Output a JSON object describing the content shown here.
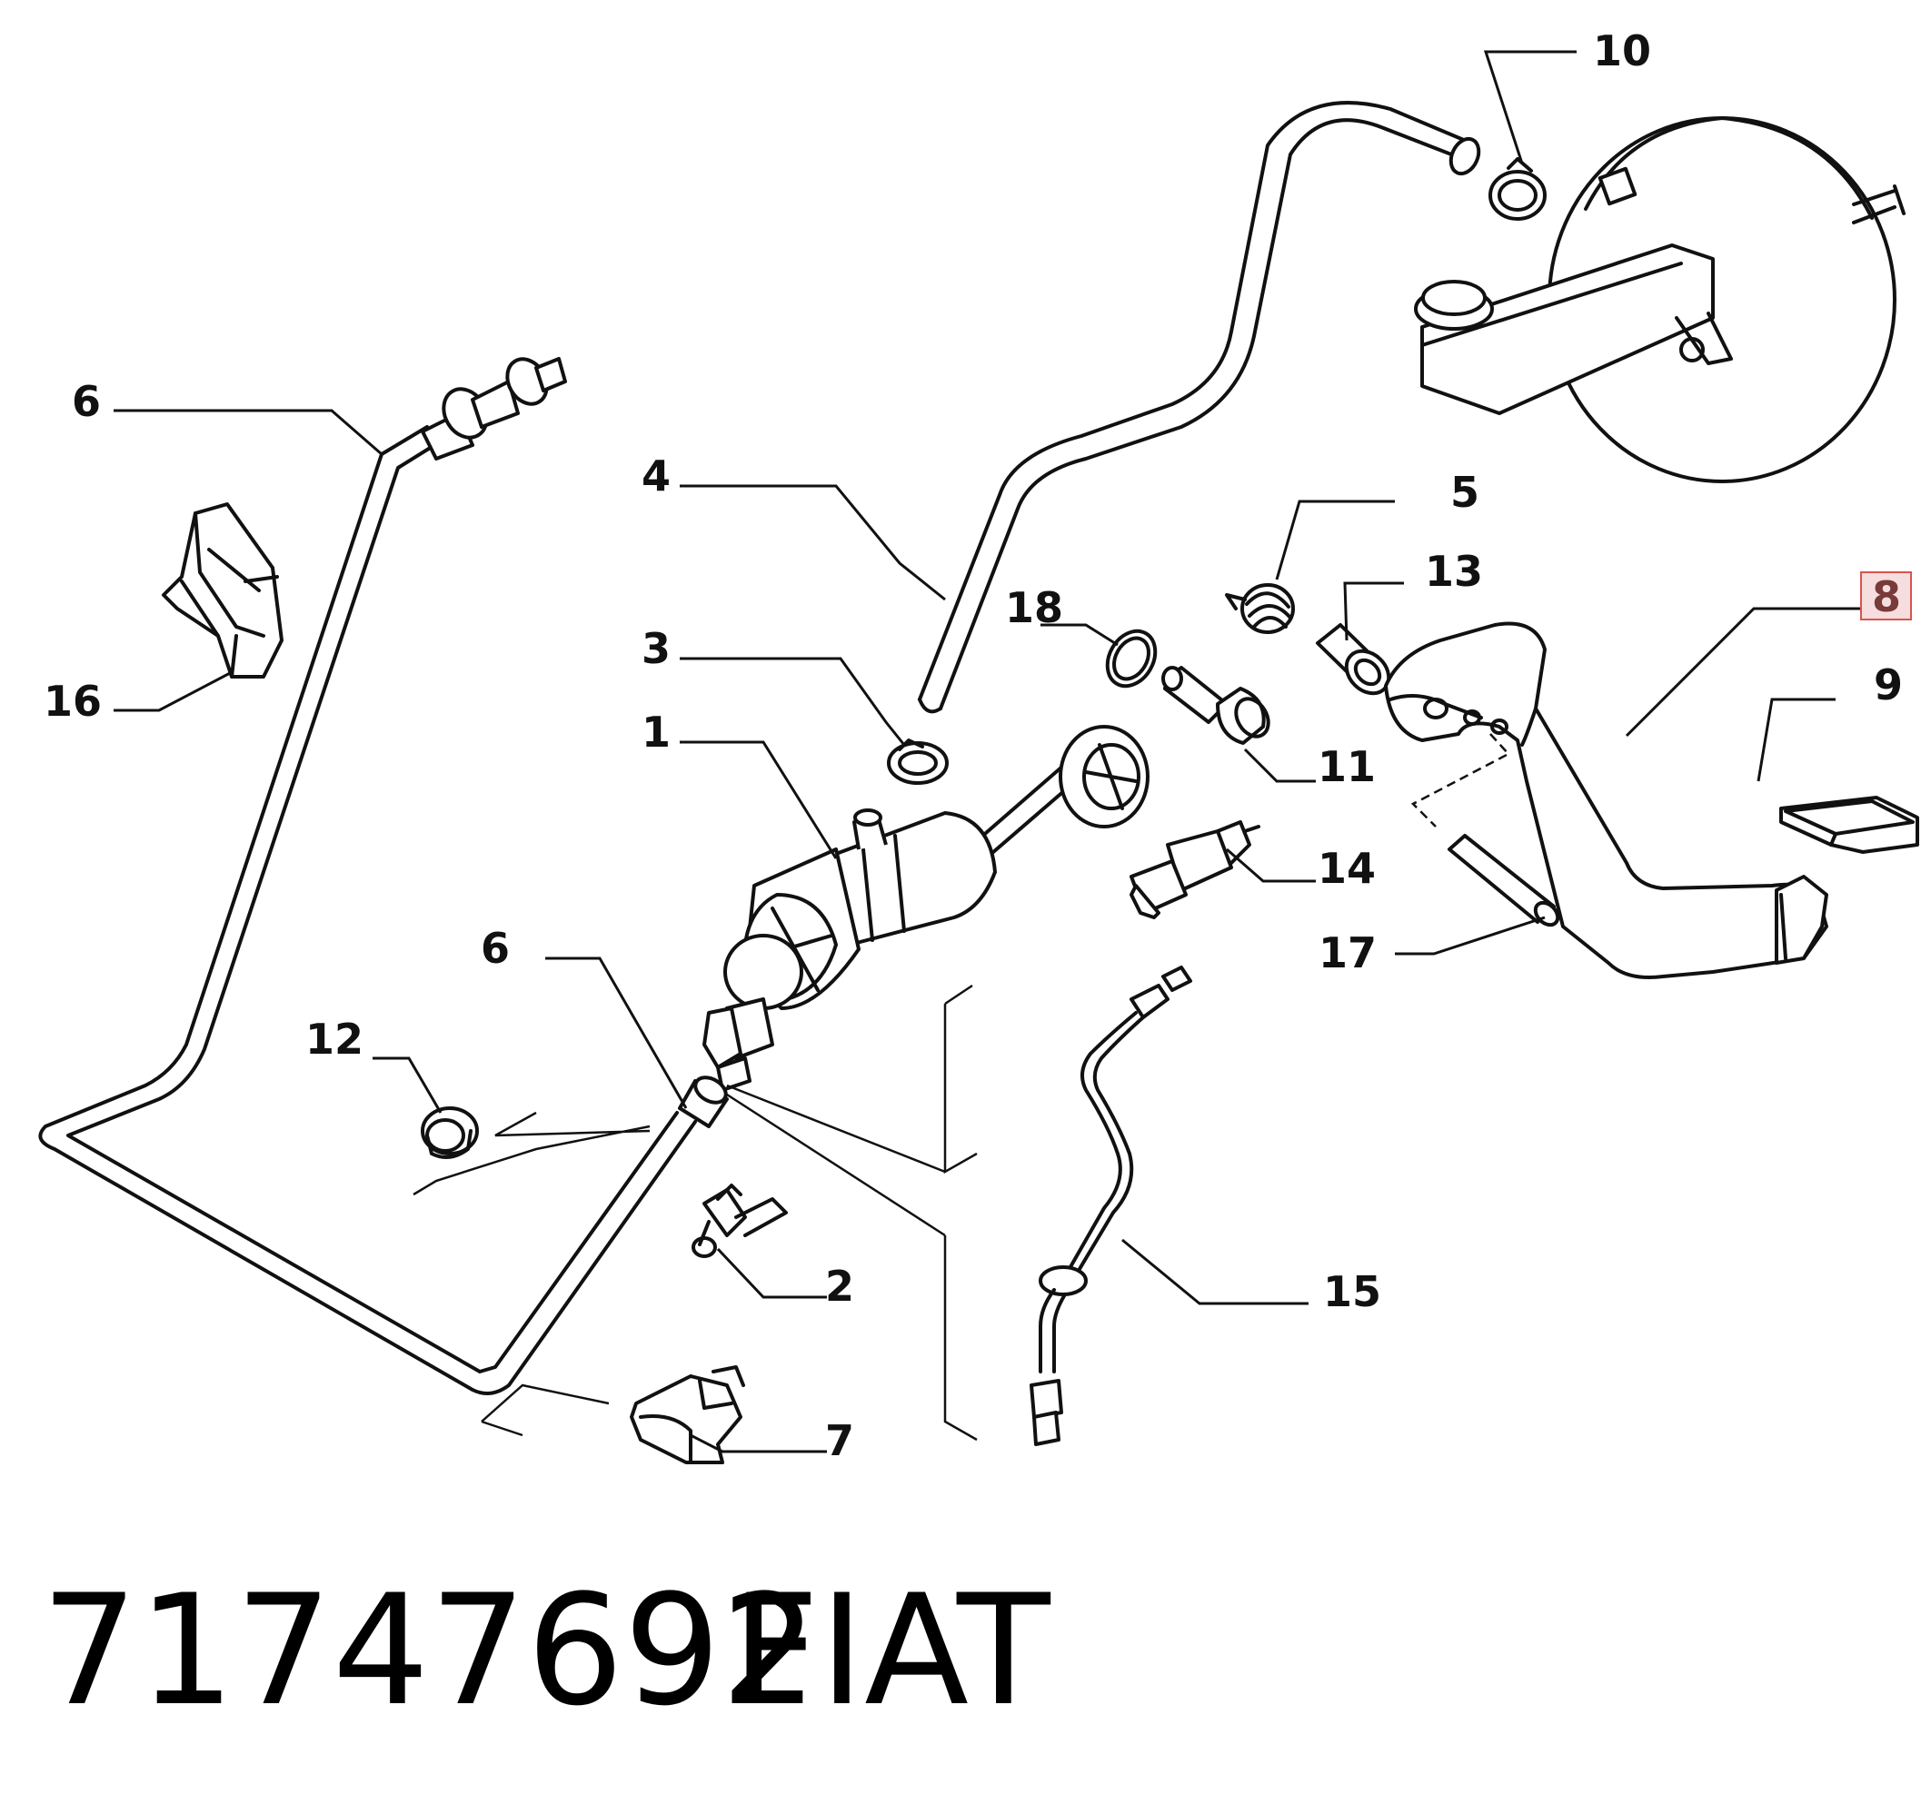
{
  "callouts": [
    {
      "id": "c1",
      "label": "1"
    },
    {
      "id": "c2",
      "label": "2"
    },
    {
      "id": "c3",
      "label": "3"
    },
    {
      "id": "c4",
      "label": "4"
    },
    {
      "id": "c5",
      "label": "5"
    },
    {
      "id": "c6a",
      "label": "6"
    },
    {
      "id": "c6b",
      "label": "6"
    },
    {
      "id": "c7",
      "label": "7"
    },
    {
      "id": "c8",
      "label": "8",
      "highlighted": true
    },
    {
      "id": "c9",
      "label": "9"
    },
    {
      "id": "c10",
      "label": "10"
    },
    {
      "id": "c11",
      "label": "11"
    },
    {
      "id": "c12",
      "label": "12"
    },
    {
      "id": "c13",
      "label": "13"
    },
    {
      "id": "c14",
      "label": "14"
    },
    {
      "id": "c15",
      "label": "15"
    },
    {
      "id": "c16",
      "label": "16"
    },
    {
      "id": "c17",
      "label": "17"
    },
    {
      "id": "c18",
      "label": "18"
    }
  ],
  "footer": {
    "part_number": "71747692",
    "brand": "FIAT"
  },
  "colors": {
    "line": "#111111",
    "highlight_border": "#d9534f",
    "highlight_fill": "#f6dede",
    "highlight_text": "#7a3a3a"
  }
}
